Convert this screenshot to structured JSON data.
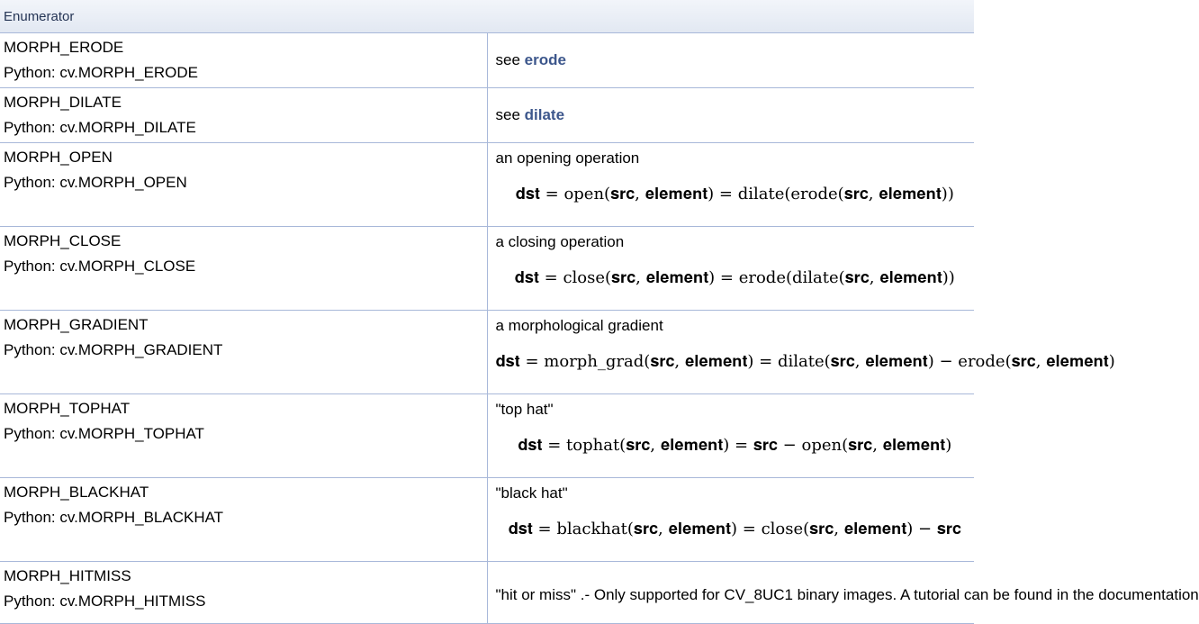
{
  "header": {
    "title": "Enumerator"
  },
  "rows": [
    {
      "name": "MORPH_ERODE",
      "python": "Python: cv.MORPH_ERODE",
      "see": "see ",
      "link": "erode"
    },
    {
      "name": "MORPH_DILATE",
      "python": "Python: cv.MORPH_DILATE",
      "see": "see ",
      "link": "dilate"
    },
    {
      "name": "MORPH_OPEN",
      "python": "Python: cv.MORPH_OPEN",
      "desc": "an opening operation",
      "formula": "𝐝𝐬𝐭 = open(𝐬𝐫𝐜, 𝐞𝐥𝐞𝐦𝐞𝐧𝐭) = dilate(erode(𝐬𝐫𝐜, 𝐞𝐥𝐞𝐦𝐞𝐧𝐭))"
    },
    {
      "name": "MORPH_CLOSE",
      "python": "Python: cv.MORPH_CLOSE",
      "desc": "a closing operation",
      "formula": "𝐝𝐬𝐭 = close(𝐬𝐫𝐜, 𝐞𝐥𝐞𝐦𝐞𝐧𝐭) = erode(dilate(𝐬𝐫𝐜, 𝐞𝐥𝐞𝐦𝐞𝐧𝐭))"
    },
    {
      "name": "MORPH_GRADIENT",
      "python": "Python: cv.MORPH_GRADIENT",
      "desc": "a morphological gradient",
      "formula": "𝐝𝐬𝐭 = morph_grad(𝐬𝐫𝐜, 𝐞𝐥𝐞𝐦𝐞𝐧𝐭) = dilate(𝐬𝐫𝐜, 𝐞𝐥𝐞𝐦𝐞𝐧𝐭) − erode(𝐬𝐫𝐜, 𝐞𝐥𝐞𝐦𝐞𝐧𝐭)"
    },
    {
      "name": "MORPH_TOPHAT",
      "python": "Python: cv.MORPH_TOPHAT",
      "desc": "\"top hat\"",
      "formula": "𝐝𝐬𝐭 = tophat(𝐬𝐫𝐜, 𝐞𝐥𝐞𝐦𝐞𝐧𝐭) = 𝐬𝐫𝐜 − open(𝐬𝐫𝐜, 𝐞𝐥𝐞𝐦𝐞𝐧𝐭)"
    },
    {
      "name": "MORPH_BLACKHAT",
      "python": "Python: cv.MORPH_BLACKHAT",
      "desc": "\"black hat\"",
      "formula": "𝐝𝐬𝐭 = blackhat(𝐬𝐫𝐜, 𝐞𝐥𝐞𝐦𝐞𝐧𝐭) = close(𝐬𝐫𝐜, 𝐞𝐥𝐞𝐦𝐞𝐧𝐭) − 𝐬𝐫𝐜"
    },
    {
      "name": "MORPH_HITMISS",
      "python": "Python: cv.MORPH_HITMISS",
      "desc": "\"hit or miss\" .- Only supported for CV_8UC1 binary images. A tutorial can be found in the documentation"
    }
  ]
}
